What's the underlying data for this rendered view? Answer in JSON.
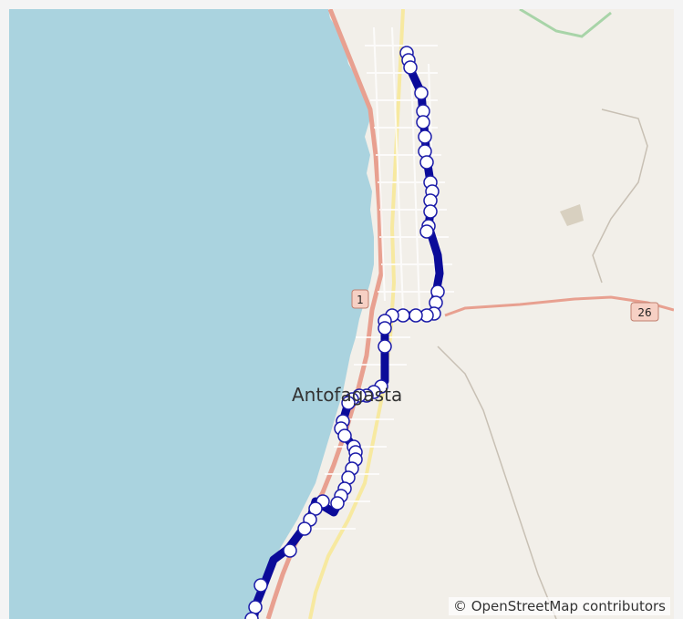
{
  "map": {
    "city_label": "Antofagasta",
    "road_shields": [
      "1",
      "26"
    ],
    "attribution": "© OpenStreetMap contributors",
    "colors": {
      "sea": "#aad3df",
      "land": "#f2efe9",
      "route": "#0b0b99",
      "marker_fill": "#ffffff",
      "marker_stroke": "#1a1aa8",
      "major_road": "#e8a090",
      "highway": "#f7e9a0"
    }
  }
}
